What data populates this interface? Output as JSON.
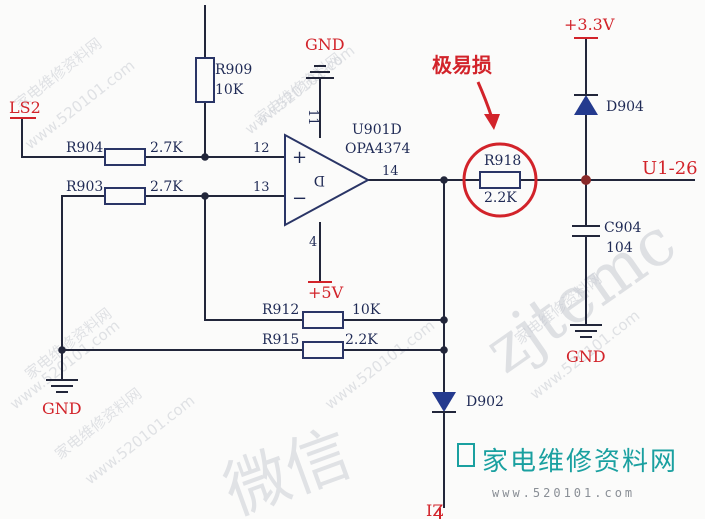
{
  "labels": {
    "ls2": "LS2",
    "r909": "R909",
    "r909_val": "10K",
    "r904": "R904",
    "r904_val": "2.7K",
    "r903": "R903",
    "r903_val": "2.7K",
    "pin12": "12",
    "pin13": "13",
    "pin11": "11",
    "pin4": "4",
    "pin14": "14",
    "opamp_plus": "+",
    "opamp_minus": "−",
    "opamp_d": "D",
    "u901d": "U901D",
    "opa4374": "OPA4374",
    "gnd_top": "GND",
    "plus5v": "+5V",
    "r918": "R918",
    "r918_val": "2.2K",
    "note": "极易损",
    "plus33v": "+3.3V",
    "d904": "D904",
    "u1_26": "U1-26",
    "c904": "C904",
    "c904_val": "104",
    "gnd_right": "GND",
    "r912": "R912",
    "r912_val": "10K",
    "r915": "R915",
    "r915_val": "2.2K",
    "gnd_left": "GND",
    "d902": "D902",
    "iz": "IZ"
  },
  "logo": {
    "chinese": "家电维修资料网",
    "url": "www.520101.com"
  },
  "watermark": {
    "url": "www.520101.com",
    "cn": "家电维修资料网",
    "big": "zjtemc",
    "script": "微信"
  },
  "colors": {
    "wire": "#22263a",
    "component": "#2a3566",
    "red": "#d2232a",
    "logo": "#1aa0a0"
  }
}
